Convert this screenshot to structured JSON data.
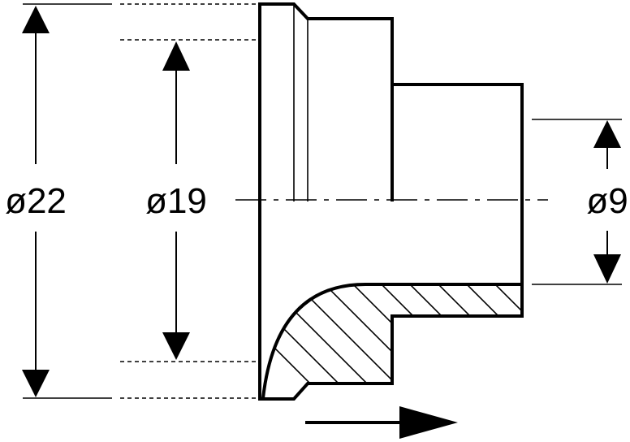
{
  "dimensions": {
    "outer_diameter": "ø22",
    "middle_diameter": "ø19",
    "inner_diameter": "ø9"
  },
  "colors": {
    "stroke": "#000000",
    "background": "#ffffff"
  },
  "icons": {
    "direction": "arrow-right-icon"
  }
}
